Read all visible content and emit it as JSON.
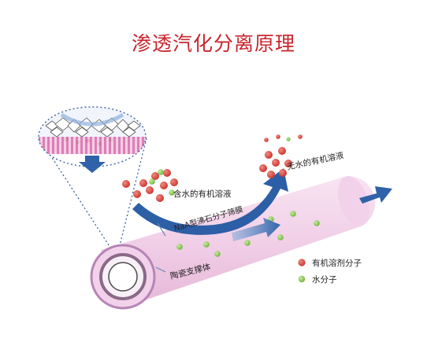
{
  "title": "渗透汽化分离原理",
  "labels": {
    "feed": "含水的有机溶液",
    "product": "无水的有机溶液",
    "membrane": "NaA型沸石分子筛膜",
    "support": "陶瓷支撑体"
  },
  "legend": [
    {
      "label": "有机溶剂分子",
      "color": "#c8332d"
    },
    {
      "label": "水分子",
      "color": "#7cc24a"
    }
  ],
  "colors": {
    "title": "#c8262e",
    "tube": "#f3d3ea",
    "tube_rim": "#b785b5",
    "arrow": "#2f62a8",
    "organic": "#c8332d",
    "water": "#7cc24a"
  }
}
